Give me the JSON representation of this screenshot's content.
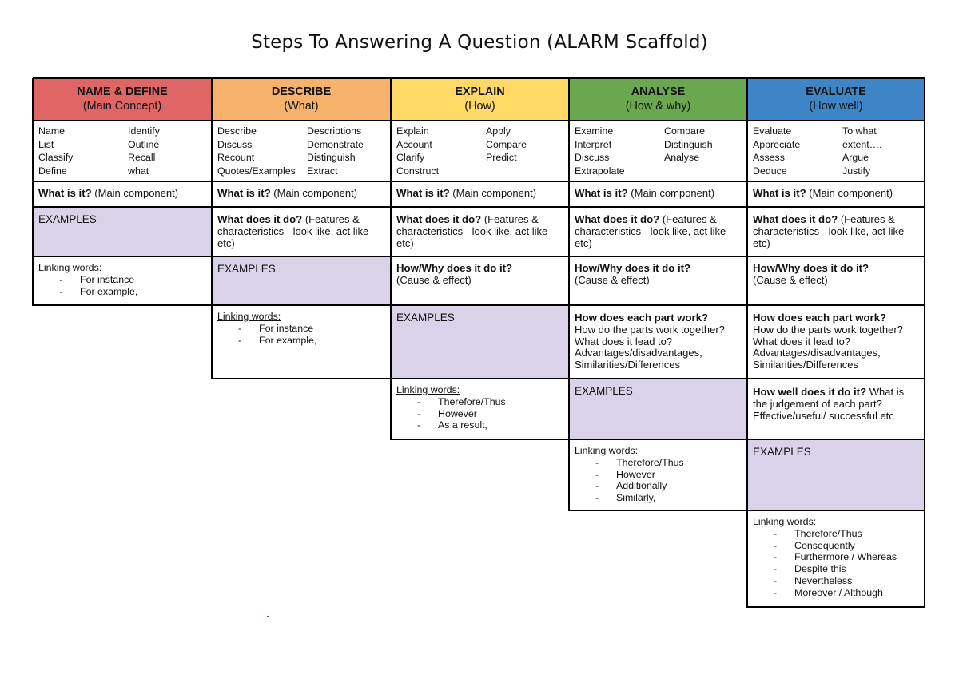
{
  "title": "Steps To Answering A Question (ALARM Scaffold)",
  "colors": {
    "name_define": "#e06666",
    "describe": "#f6b26b",
    "explain": "#ffd966",
    "analyse": "#6aa84f",
    "evaluate": "#3d85c6",
    "examples": "#d9d2e9"
  },
  "columns": [
    {
      "header": "NAME & DEFINE",
      "subheader": "(Main Concept)",
      "verbs": [
        "Name",
        "Identify",
        "List",
        "Outline",
        "Classify",
        "Recall",
        "Define",
        "what"
      ],
      "what_is_it": {
        "bold": "What is it?",
        "rest": " (Main component)"
      },
      "examples": "EXAMPLES",
      "linking": {
        "title": "Linking words:",
        "items": [
          "For instance",
          "For example,"
        ]
      }
    },
    {
      "header": "DESCRIBE",
      "subheader": "(What)",
      "verbs": [
        "Describe",
        "Descriptions",
        "Discuss",
        "Demonstrate",
        "Recount",
        "Distinguish",
        "Quotes/Examples",
        "Extract"
      ],
      "what_is_it": {
        "bold": "What is it?",
        "rest": " (Main component)"
      },
      "what_does": {
        "bold": "What does it do?",
        "rest": " (Features & characteristics - look like, act like etc)"
      },
      "examples": "EXAMPLES",
      "linking": {
        "title": "Linking words:",
        "items": [
          "For instance",
          "For example,"
        ]
      }
    },
    {
      "header": "EXPLAIN",
      "subheader": "(How)",
      "verbs": [
        "Explain",
        "Apply",
        "Account",
        "Compare",
        "Clarify",
        "Predict",
        "Construct",
        ""
      ],
      "what_is_it": {
        "bold": "What is it?",
        "rest": " (Main component)"
      },
      "what_does": {
        "bold": "What does it do?",
        "rest": " (Features & characteristics - look like, act like etc)"
      },
      "how_why": {
        "bold": "How/Why does it do it?",
        "rest": "(Cause & effect)"
      },
      "examples": "EXAMPLES",
      "linking": {
        "title": "Linking words:",
        "items": [
          "Therefore/Thus",
          "However",
          "As a result,"
        ]
      }
    },
    {
      "header": "ANALYSE",
      "subheader": "(How & why)",
      "verbs": [
        "Examine",
        "Compare",
        "Interpret",
        "Distinguish",
        "Discuss",
        "Analyse",
        "Extrapolate",
        ""
      ],
      "what_is_it": {
        "bold": "What is it?",
        "rest": " (Main component)"
      },
      "what_does": {
        "bold": "What does it do?",
        "rest": " (Features & characteristics - look like, act like etc)"
      },
      "how_why": {
        "bold": "How/Why does it do it?",
        "rest": "(Cause & effect)"
      },
      "each_part": {
        "bold": "How does each part work?",
        "lines": [
          "How do the parts work together?",
          "What does it lead to?",
          "Advantages/disadvantages,",
          "Similarities/Differences"
        ]
      },
      "examples": "EXAMPLES",
      "linking": {
        "title": "Linking words:",
        "items": [
          "Therefore/Thus",
          "However",
          "Additionally",
          "Similarly,"
        ]
      }
    },
    {
      "header": "EVALUATE",
      "subheader": "(How well)",
      "verbs": [
        "Evaluate",
        "To what",
        "Appreciate",
        "extent….",
        "Assess",
        "Argue",
        "Deduce",
        "Justify"
      ],
      "what_is_it": {
        "bold": "What is it?",
        "rest": " (Main component)"
      },
      "what_does": {
        "bold": "What does it do?",
        "rest": " (Features & characteristics - look like, act like etc)"
      },
      "how_why": {
        "bold": "How/Why does it do it?",
        "rest": "(Cause & effect)"
      },
      "each_part": {
        "bold": "How does each part work?",
        "lines": [
          "How do the parts work together?",
          "What does it lead to?",
          "Advantages/disadvantages,",
          "Similarities/Differences"
        ]
      },
      "how_well": {
        "bold": "How well does it do it?",
        "rest": " What is the judgement of each part? Effective/useful/ successful etc"
      },
      "examples": "EXAMPLES",
      "linking": {
        "title": "Linking words:",
        "items": [
          "Therefore/Thus",
          "Consequently",
          "Furthermore / Whereas",
          "Despite this",
          "Nevertheless",
          "Moreover / Although"
        ]
      }
    }
  ]
}
